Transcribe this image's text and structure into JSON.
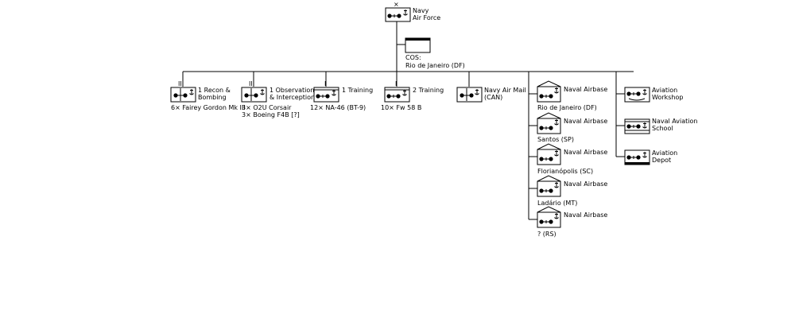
{
  "hq": {
    "label_line1": "Navy",
    "label_line2": "Air Force",
    "size_mark": "×"
  },
  "cos": {
    "label_line1": "COS:",
    "label_line2": "Rio de Janeiro (DF)"
  },
  "units": [
    {
      "id": "recon",
      "size_mark": "III",
      "name_line1": "1 Recon &",
      "name_line2": "Bombing",
      "equip_line1": "6× Fairey Gordon Mk III",
      "equip_line2": ""
    },
    {
      "id": "observation",
      "size_mark": "III",
      "name_line1": "1 Observation",
      "name_line2": "& Interception",
      "equip_line1": "3× O2U Corsair",
      "equip_line2": "3× Boeing F4B [?]"
    },
    {
      "id": "training1",
      "size_mark": "I",
      "name_line1": "1 Training",
      "name_line2": "",
      "equip_line1": "12× NA-46 (BT-9)",
      "equip_line2": ""
    },
    {
      "id": "training2",
      "size_mark": "I",
      "name_line1": "2 Training",
      "name_line2": "",
      "equip_line1": "10× Fw 58 B",
      "equip_line2": ""
    },
    {
      "id": "airmail",
      "size_mark": "",
      "name_line1": "Navy Air Mail",
      "name_line2": "(CAN)",
      "equip_line1": "",
      "equip_line2": ""
    }
  ],
  "airbases": [
    {
      "name": "Naval Airbase",
      "location": "Rio de Janeiro (DF)"
    },
    {
      "name": "Naval Airbase",
      "location": "Santos (SP)"
    },
    {
      "name": "Naval Airbase",
      "location": "Florianópolis (SC)"
    },
    {
      "name": "Naval Airbase",
      "location": "Ladário (MT)"
    },
    {
      "name": "Naval Airbase",
      "location": "? (RS)"
    }
  ],
  "support": [
    {
      "id": "workshop",
      "name_line1": "Aviation",
      "name_line2": "Workshop"
    },
    {
      "id": "school",
      "name_line1": "Naval Aviation",
      "name_line2": "School"
    },
    {
      "id": "depot",
      "name_line1": "Aviation",
      "name_line2": "Depot"
    }
  ]
}
